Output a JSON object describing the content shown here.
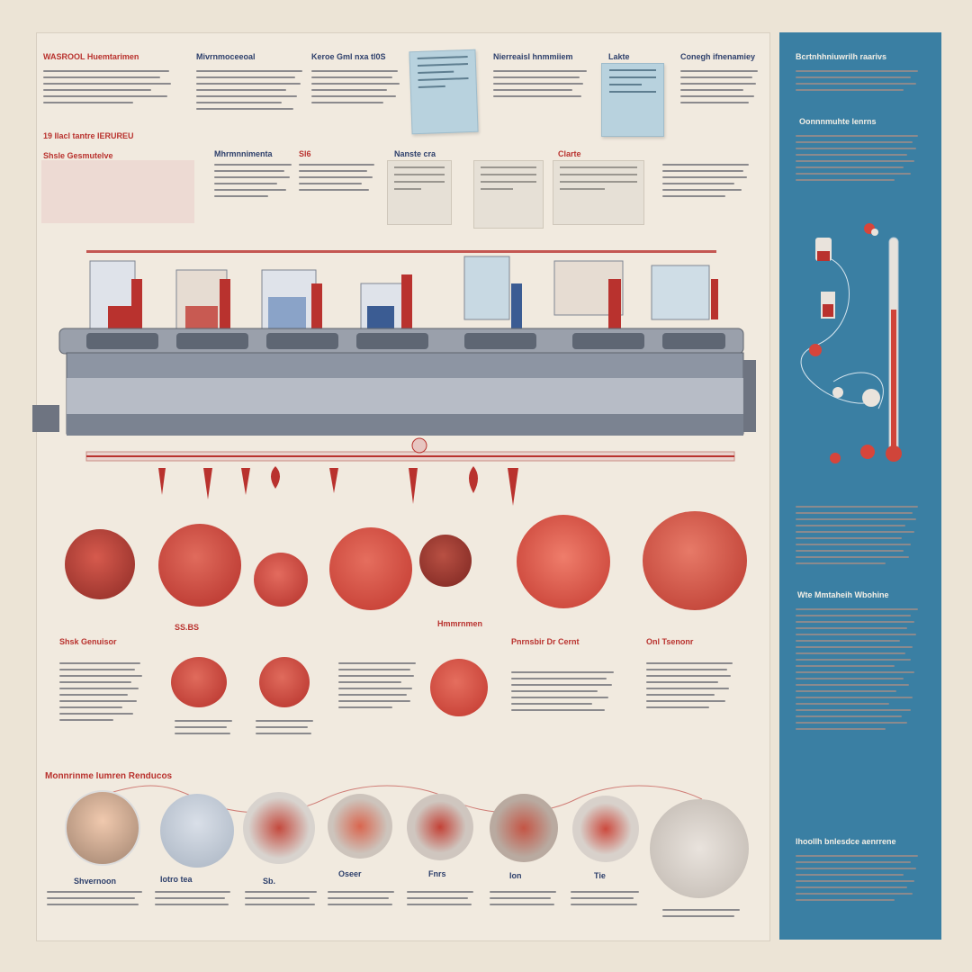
{
  "palette": {
    "accent_red": "#b9322e",
    "navy_text": "#2d3f6b",
    "sidebar_blue": "#3a7fa3",
    "machine_gray": "#8d95a3",
    "paper": "#f1eadf"
  },
  "sections": {
    "bottom_header": "Monnrinme lumren Renducos",
    "bottom_items": [
      "Shvernoon",
      "Iotro tea",
      "Sb.",
      "Oseer",
      "Fnrs",
      "Ion",
      "Tie"
    ]
  },
  "top_headings": [
    "WASROOL Huemtarimen",
    "Mivrnmoceeoal",
    "Keroe Gml nxa tl0S",
    "Nierreaisl hnmmiiem",
    "Lakte",
    "Conegh ifnenamiey"
  ],
  "mid_headings": [
    "19 Ilacl tantre IERUREU",
    "Shsle Gesmutelve",
    "Mhrmnnimenta",
    "Sl6",
    "Nanste cra",
    "Clarte"
  ],
  "lower_headings": [
    "Shsk Genuisor",
    "SS.BS",
    "Hmmrnmen",
    "Pnrnsbir Dr Cernt",
    "Onl Tsenonr"
  ],
  "sidebar_headings": [
    "Bcrtnhhniuwrilh raarivs",
    "Oonnnmuhte Ienrns",
    "Wte Mmtaheih Wbohine",
    "Ihoollh bnlesdce aenrrene"
  ],
  "icons": [
    "drop-icon",
    "flask-icon",
    "dish-icon",
    "thermometer-icon",
    "portrait-icon"
  ]
}
